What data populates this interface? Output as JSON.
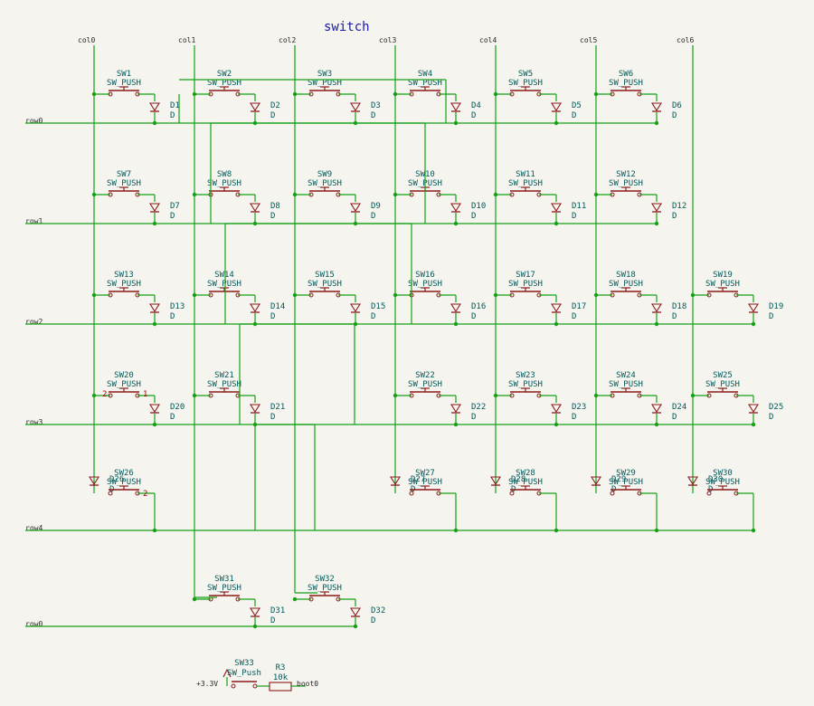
{
  "title": "switch",
  "colors": {
    "wire": "#16a016",
    "symbol": "#8b1a1a",
    "label": "#005a5a",
    "title": "#1a1aa8",
    "junction": "#16a016"
  },
  "columns": [
    "col0",
    "col1",
    "col2",
    "col3",
    "col4",
    "col5",
    "col6"
  ],
  "rows": [
    "row0",
    "row1",
    "row2",
    "row3",
    "row4",
    "row0"
  ],
  "matrix": [
    {
      "row": 0,
      "switches": [
        [
          "SW1",
          "SW_PUSH",
          "D1",
          "D"
        ],
        [
          "SW2",
          "SW_PUSH",
          "D2",
          "D"
        ],
        [
          "SW3",
          "SW_PUSH",
          "D3",
          "D"
        ],
        [
          "SW4",
          "SW_PUSH",
          "D4",
          "D"
        ],
        [
          "SW5",
          "SW_PUSH",
          "D5",
          "D"
        ],
        [
          "SW6",
          "SW_PUSH",
          "D6",
          "D"
        ],
        null
      ]
    },
    {
      "row": 1,
      "switches": [
        [
          "SW7",
          "SW_PUSH",
          "D7",
          "D"
        ],
        [
          "SW8",
          "SW_PUSH",
          "D8",
          "D"
        ],
        [
          "SW9",
          "SW_PUSH",
          "D9",
          "D"
        ],
        [
          "SW10",
          "SW_PUSH",
          "D10",
          "D"
        ],
        [
          "SW11",
          "SW_PUSH",
          "D11",
          "D"
        ],
        [
          "SW12",
          "SW_PUSH",
          "D12",
          "D"
        ],
        null
      ]
    },
    {
      "row": 2,
      "switches": [
        [
          "SW13",
          "SW_PUSH",
          "D13",
          "D"
        ],
        [
          "SW14",
          "SW_PUSH",
          "D14",
          "D"
        ],
        [
          "SW15",
          "SW_PUSH",
          "D15",
          "D"
        ],
        [
          "SW16",
          "SW_PUSH",
          "D16",
          "D"
        ],
        [
          "SW17",
          "SW_PUSH",
          "D17",
          "D"
        ],
        [
          "SW18",
          "SW_PUSH",
          "D18",
          "D"
        ],
        [
          "SW19",
          "SW_PUSH",
          "D19",
          "D"
        ]
      ]
    },
    {
      "row": 3,
      "switches": [
        [
          "SW20",
          "SW_PUSH",
          "D20",
          "D"
        ],
        [
          "SW21",
          "SW_PUSH",
          "D21",
          "D"
        ],
        null,
        [
          "SW22",
          "SW_PUSH",
          "D22",
          "D"
        ],
        [
          "SW23",
          "SW_PUSH",
          "D23",
          "D"
        ],
        [
          "SW24",
          "SW_PUSH",
          "D24",
          "D"
        ],
        [
          "SW25",
          "SW_PUSH",
          "D25",
          "D"
        ]
      ]
    },
    {
      "row": 4,
      "switches": [
        [
          "SW26",
          "SW_PUSH",
          "D26",
          "D"
        ],
        null,
        null,
        [
          "SW27",
          "SW_PUSH",
          "D27",
          "D"
        ],
        [
          "SW28",
          "SW_PUSH",
          "D28",
          "D"
        ],
        [
          "SW29",
          "SW_PUSH",
          "D29",
          "D"
        ],
        [
          "SW30",
          "SW_PUSH",
          "D30",
          "D"
        ]
      ]
    },
    {
      "row": 5,
      "switches": [
        null,
        [
          "SW31",
          "SW_PUSH",
          "D31",
          "D"
        ],
        [
          "SW32",
          "SW_PUSH",
          "D32",
          "D"
        ],
        null,
        null,
        null,
        null
      ]
    }
  ],
  "extra": {
    "sw": "SW33",
    "sw_val": "SW_Push",
    "res": "R3",
    "res_val": "10k",
    "power": "+3.3V",
    "net": "boot0"
  },
  "pins": [
    "1",
    "2"
  ]
}
